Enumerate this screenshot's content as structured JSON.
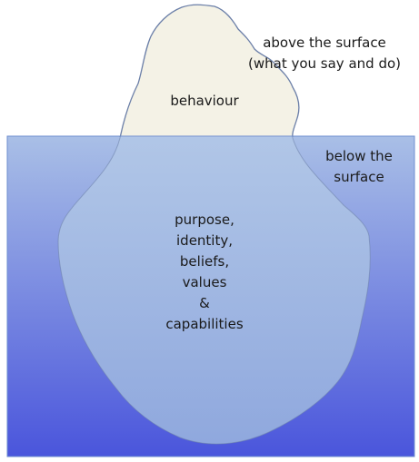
{
  "labels": {
    "above_surface": [
      "above the surface",
      "(what you say and do)"
    ],
    "tip": "behaviour",
    "below_surface": [
      "below the",
      "surface"
    ],
    "underwater": [
      "purpose,",
      "identity,",
      "beliefs,",
      "values",
      "&",
      "capabilities"
    ]
  },
  "colors": {
    "water_top": "#a9bfe6",
    "water_bottom": "#4a55dc",
    "water_border": "#6f8fd0",
    "ice_above": "#f4f2e6",
    "ice_below": "#a8c4e2",
    "ice_outline": "#6b7fa8",
    "text": "#1a1a1a"
  }
}
